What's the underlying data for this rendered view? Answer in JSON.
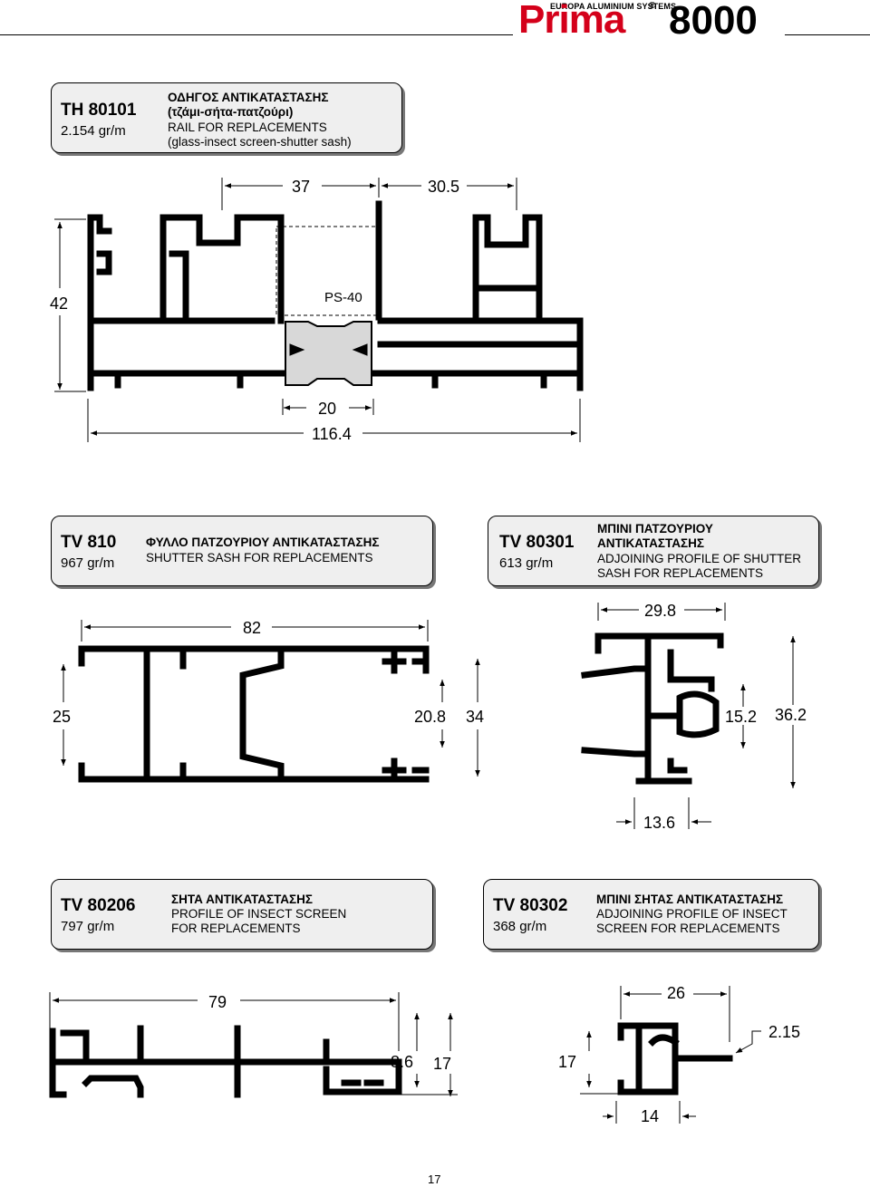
{
  "brand": {
    "company": "EUROPA ALUMINIUM SYSTEMS",
    "registered": "®",
    "name": "Prima",
    "series": "8000"
  },
  "profiles": [
    {
      "code": "TH 80101",
      "weight": "2.154 gr/m",
      "title_gr": "ΟΔΗΓΟΣ ΑΝΤΙΚΑΤΑΣΤΑΣΗΣ",
      "title_gr2": "(τζάμι-σήτα-πατζούρι)",
      "desc_en": "RAIL FOR REPLACEMENTS",
      "desc_en2": "(glass-insect screen-shutter sash)"
    },
    {
      "code": "TV 810",
      "weight": "967 gr/m",
      "title_gr": "ΦΥΛΛΟ ΠΑΤΖΟΥΡΙΟΥ ΑΝΤΙΚΑΤΑΣΤΑΣΗΣ",
      "desc_en": "SHUTTER SASH FOR REPLACEMENTS"
    },
    {
      "code": "TV 80301",
      "weight": "613 gr/m",
      "title_gr": "ΜΠΙΝΙ ΠΑΤΖΟΥΡΙΟΥ",
      "title_gr2": "ΑΝΤΙΚΑΤΑΣΤΑΣΗΣ",
      "desc_en": "ADJOINING PROFILE OF SHUTTER",
      "desc_en2": "SASH FOR REPLACEMENTS"
    },
    {
      "code": "TV 80206",
      "weight": "797 gr/m",
      "title_gr": "ΣΗΤΑ ΑΝΤΙΚΑΤΑΣΤΑΣΗΣ",
      "desc_en": "PROFILE OF INSECT SCREEN",
      "desc_en2": "FOR REPLACEMENTS"
    },
    {
      "code": "TV 80302",
      "weight": "368 gr/m",
      "title_gr": "ΜΠΙΝΙ ΣΗΤΑΣ ΑΝΤΙΚΑΤΑΣΤΑΣΗΣ",
      "desc_en": "ADJOINING PROFILE OF INSECT",
      "desc_en2": "SCREEN FOR REPLACEMENTS"
    }
  ],
  "dimensions": {
    "th80101": {
      "a": "37",
      "b": "30.5",
      "height": "42",
      "gasket": "PS-40",
      "gap": "20",
      "width": "116.4"
    },
    "tv810": {
      "width": "82",
      "height": "25",
      "inner": "20.8",
      "outer": "34"
    },
    "tv80301": {
      "width": "29.8",
      "inner": "15.2",
      "height": "36.2",
      "bottom": "13.6"
    },
    "tv80206": {
      "width": "79",
      "inner": "8.6",
      "height": "17"
    },
    "tv80302": {
      "width": "26",
      "lip": "2.15",
      "height": "17",
      "bottom": "14"
    }
  },
  "page_number": "17"
}
